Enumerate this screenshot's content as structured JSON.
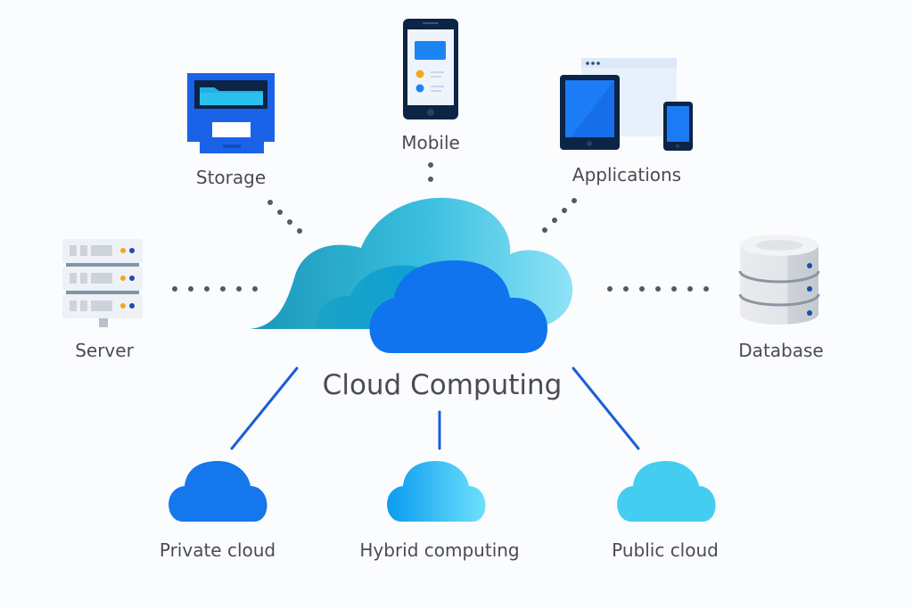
{
  "title": "Cloud Computing",
  "nodes": {
    "storage": {
      "label": "Storage",
      "icon": "storage-drawer-icon"
    },
    "mobile": {
      "label": "Mobile",
      "icon": "smartphone-icon"
    },
    "applications": {
      "label": "Applications",
      "icon": "tablet-phone-apps-icon"
    },
    "server": {
      "label": "Server",
      "icon": "server-rack-icon"
    },
    "database": {
      "label": "Database",
      "icon": "database-cylinder-icon"
    }
  },
  "deployment_models": [
    {
      "label": "Private cloud",
      "color": "#1577ec"
    },
    {
      "label": "Hybrid computing",
      "color": "#1aa0f0"
    },
    {
      "label": "Public cloud",
      "color": "#44cdf0"
    }
  ],
  "colors": {
    "text": "#4a4c52",
    "connector_line": "#1a5fd6",
    "dot": "#555a62",
    "cloud_front": "#0f74ee",
    "device_frame": "#0c2446",
    "device_screen": "#1b7cf5"
  }
}
